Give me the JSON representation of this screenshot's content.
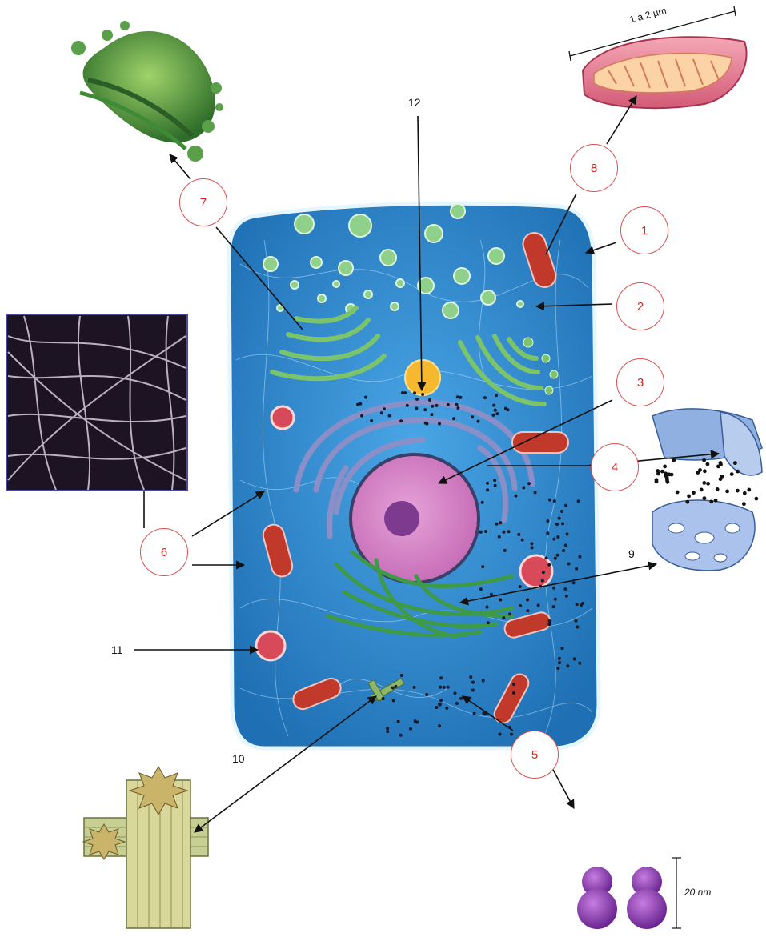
{
  "figure": {
    "callouts": [
      {
        "id": "1",
        "text": "1"
      },
      {
        "id": "2",
        "text": "2"
      },
      {
        "id": "3",
        "text": "3"
      },
      {
        "id": "4",
        "text": "4"
      },
      {
        "id": "5",
        "text": "5"
      },
      {
        "id": "6",
        "text": "6"
      },
      {
        "id": "7",
        "text": "7"
      },
      {
        "id": "8",
        "text": "8"
      }
    ],
    "plain_labels": {
      "nine": "9",
      "ten": "10",
      "eleven": "11",
      "twelve": "12"
    },
    "scale_mitochondrion": "1 à 2 µm",
    "scale_ribosome": "20 nm"
  },
  "colors": {
    "cytoplasm": "#2f8fd4",
    "membrane": "#dff2ff",
    "golgi": "#7cc46a",
    "nucleus": "#d985c9",
    "nucleolus": "#7d3a8f",
    "er": "#7a7fb8",
    "mitochondria": "#c0392b",
    "centrosome": "#f5b82e",
    "ribosome": "#8b3bb0",
    "label_circle": "#d9534f"
  }
}
